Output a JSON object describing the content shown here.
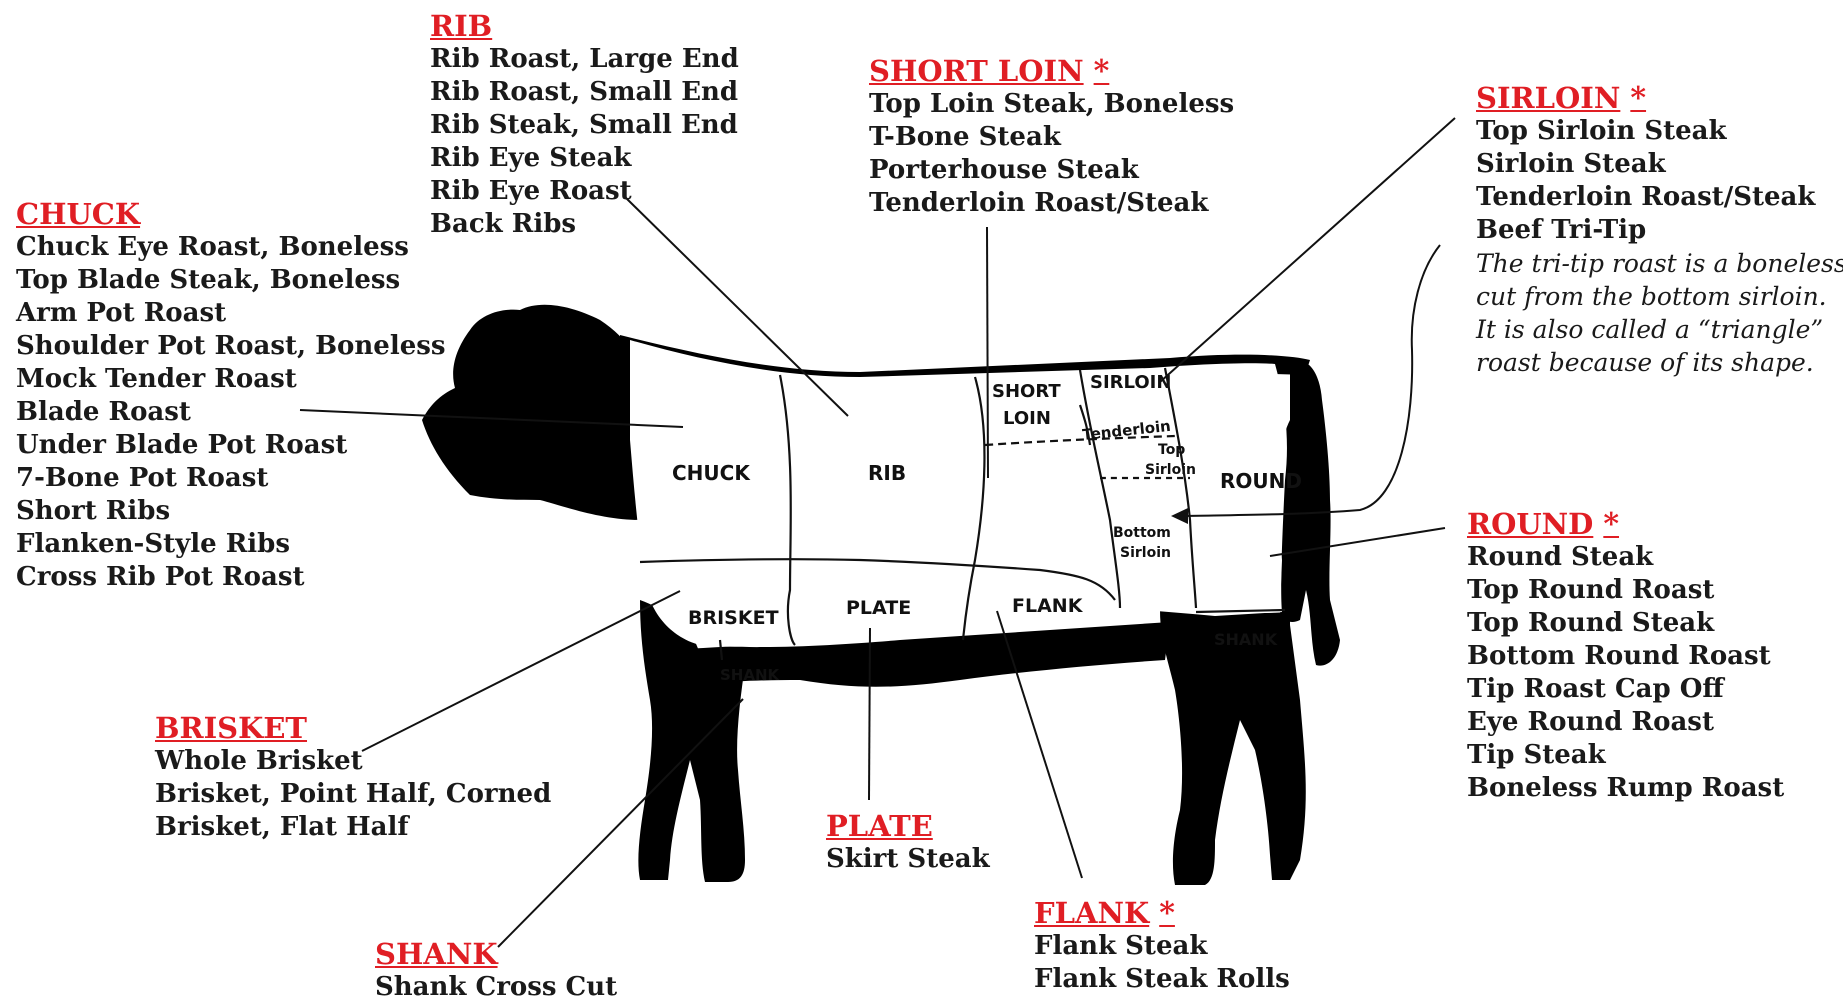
{
  "groups": {
    "rib": {
      "title": "RIB",
      "starred": false,
      "items": [
        "Rib Roast, Large End",
        "Rib Roast, Small End",
        "Rib Steak, Small End",
        "Rib Eye Steak",
        "Rib Eye Roast",
        "Back Ribs"
      ]
    },
    "short_loin": {
      "title": "SHORT LOIN",
      "starred": true,
      "items": [
        "Top Loin Steak, Boneless",
        "T-Bone Steak",
        "Porterhouse Steak",
        "Tenderloin Roast/Steak"
      ]
    },
    "sirloin": {
      "title": "SIRLOIN",
      "starred": true,
      "items": [
        "Top Sirloin Steak",
        "Sirloin Steak",
        "Tenderloin Roast/Steak",
        "Beef Tri-Tip"
      ],
      "note": [
        "The tri-tip roast is a boneless",
        "cut from the bottom sirloin.",
        "It is also called a “triangle”",
        "roast because of its shape."
      ]
    },
    "chuck": {
      "title": "CHUCK",
      "starred": false,
      "items": [
        "Chuck Eye Roast, Boneless",
        "Top Blade Steak, Boneless",
        "Arm Pot Roast",
        "Shoulder Pot Roast, Boneless",
        "Mock Tender Roast",
        "Blade Roast",
        "Under Blade Pot Roast",
        "7-Bone Pot Roast",
        "Short Ribs",
        "Flanken-Style Ribs",
        "Cross Rib Pot Roast"
      ]
    },
    "round": {
      "title": "ROUND",
      "starred": true,
      "items": [
        "Round Steak",
        "Top Round Roast",
        "Top Round Steak",
        "Bottom Round Roast",
        "Tip Roast Cap Off",
        "Eye Round Roast",
        "Tip Steak",
        "Boneless Rump Roast"
      ]
    },
    "brisket": {
      "title": "BRISKET",
      "starred": false,
      "items": [
        "Whole Brisket",
        "Brisket, Point Half, Corned",
        "Brisket, Flat Half"
      ]
    },
    "plate": {
      "title": "PLATE",
      "starred": false,
      "items": [
        "Skirt Steak"
      ]
    },
    "flank": {
      "title": "FLANK",
      "starred": true,
      "items": [
        "Flank Steak",
        "Flank Steak Rolls"
      ]
    },
    "shank": {
      "title": "SHANK",
      "starred": false,
      "items": [
        "Shank Cross Cut"
      ]
    }
  },
  "star_symbol": "*",
  "cow_labels": {
    "chuck": "CHUCK",
    "rib": "RIB",
    "short": "SHORT",
    "loin": "LOIN",
    "sirloin": "SIRLOIN",
    "tenderloin": "Tenderloin",
    "top": "Top",
    "top_sirloin": "Sirloin",
    "round": "ROUND",
    "bottom": "Bottom",
    "bottom_sirloin": "Sirloin",
    "brisket": "BRISKET",
    "plate": "PLATE",
    "flank": "FLANK",
    "shank_front": "SHANK",
    "shank_rear": "SHANK"
  },
  "colors": {
    "title_red": "#e01e24",
    "text": "#1a1a1a",
    "cow_black": "#000000"
  }
}
